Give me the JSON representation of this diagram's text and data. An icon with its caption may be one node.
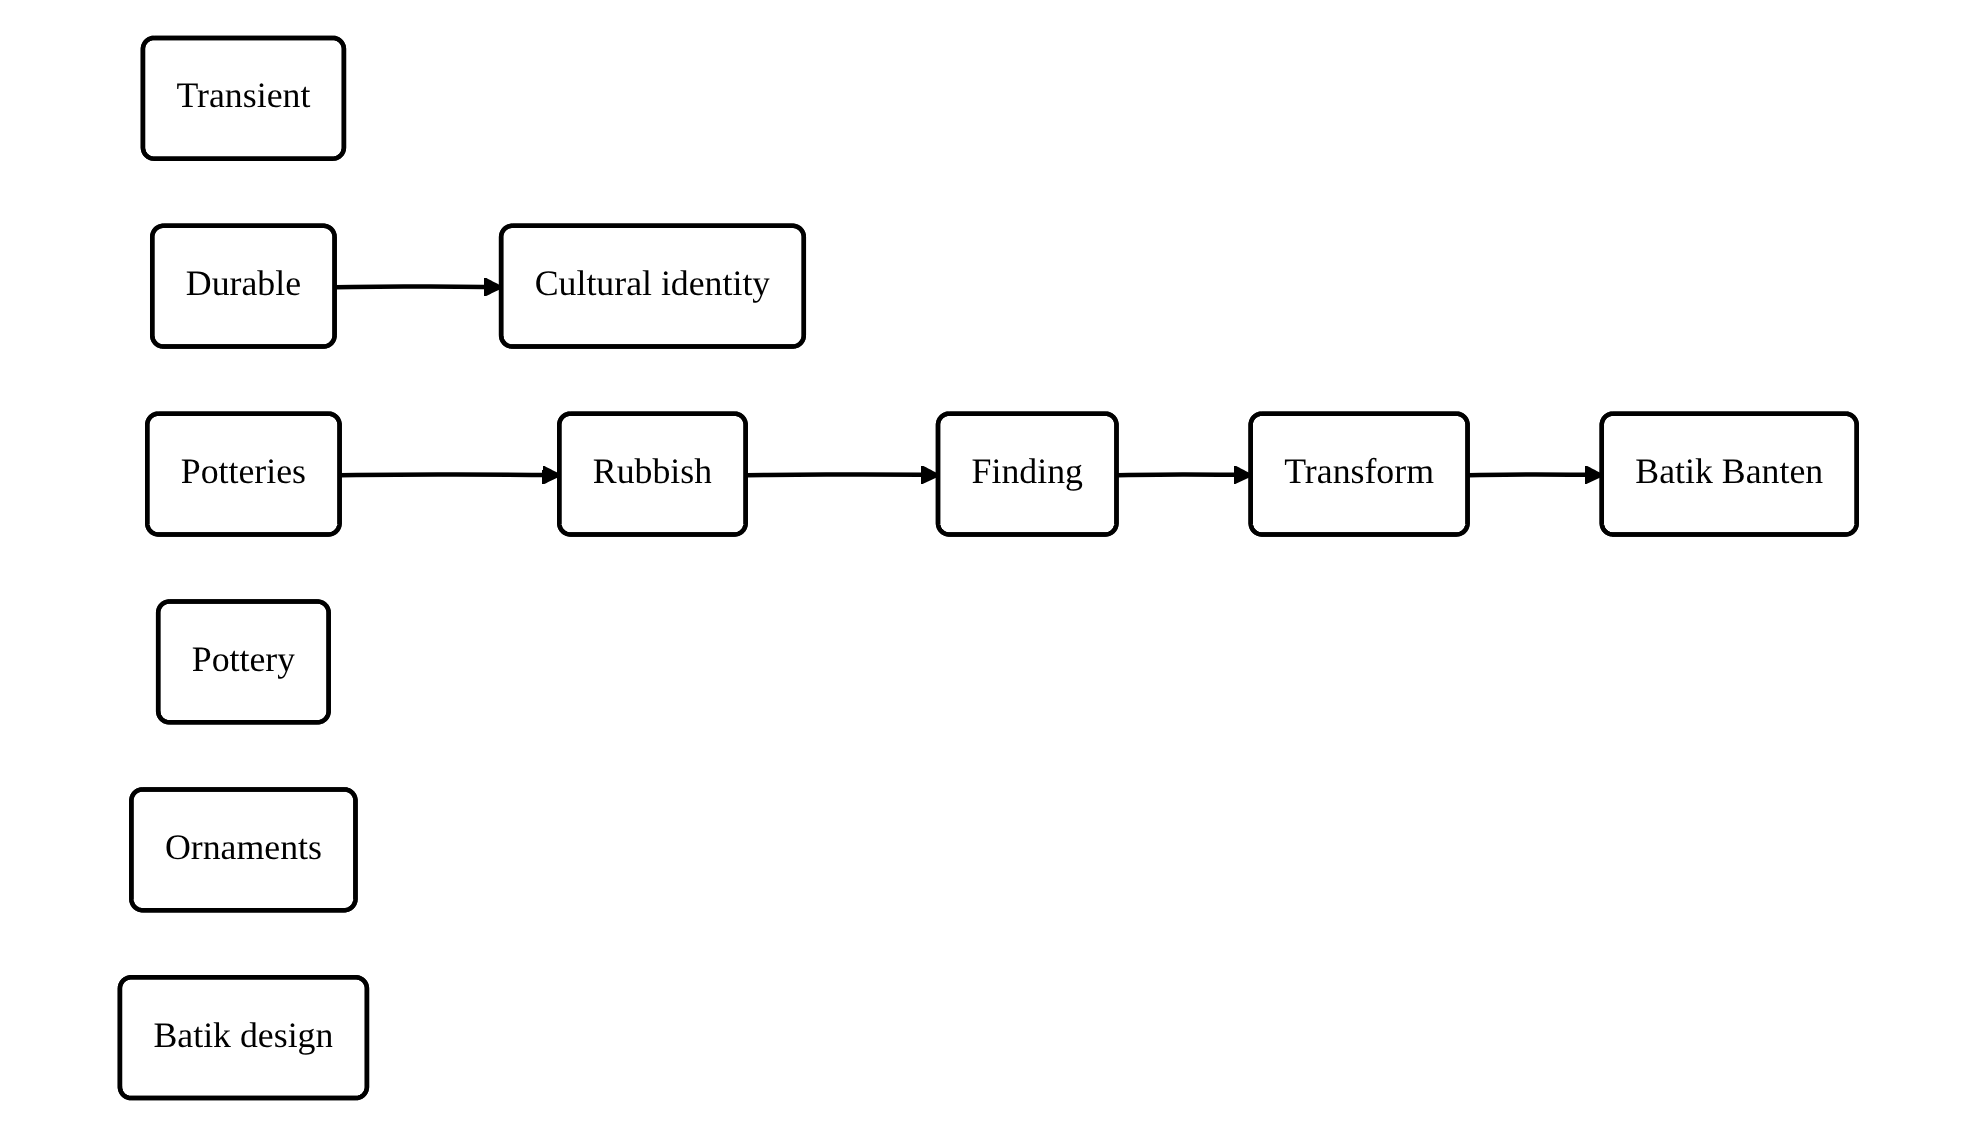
{
  "diagram": {
    "nodes": [
      {
        "text": [
          "Transient"
        ]
      },
      {
        "text": [
          "Potteries"
        ]
      },
      {
        "text": [
          "Durable"
        ]
      },
      {
        "text": [
          "Batik Banten"
        ]
      },
      {
        "text": [
          "Cultural identity"
        ]
      },
      {
        "text": [
          "Rubbish"
        ]
      },
      {
        "text": [
          "Pottery"
        ]
      },
      {
        "text": [
          "Finding"
        ]
      },
      {
        "text": [
          "Ornaments"
        ]
      },
      {
        "text": [
          "Transform"
        ]
      },
      {
        "text": [
          "Batik design"
        ]
      }
    ],
    "edges": [
      {
        "from": 1,
        "to": 5,
        "arrow": "to"
      },
      {
        "from": 5,
        "to": 7,
        "arrow": "to"
      },
      {
        "from": 7,
        "to": 9,
        "arrow": "to"
      },
      {
        "from": 9,
        "to": 3,
        "arrow": "to"
      },
      {
        "from": 2,
        "to": 4,
        "arrow": "to"
      }
    ]
  }
}
